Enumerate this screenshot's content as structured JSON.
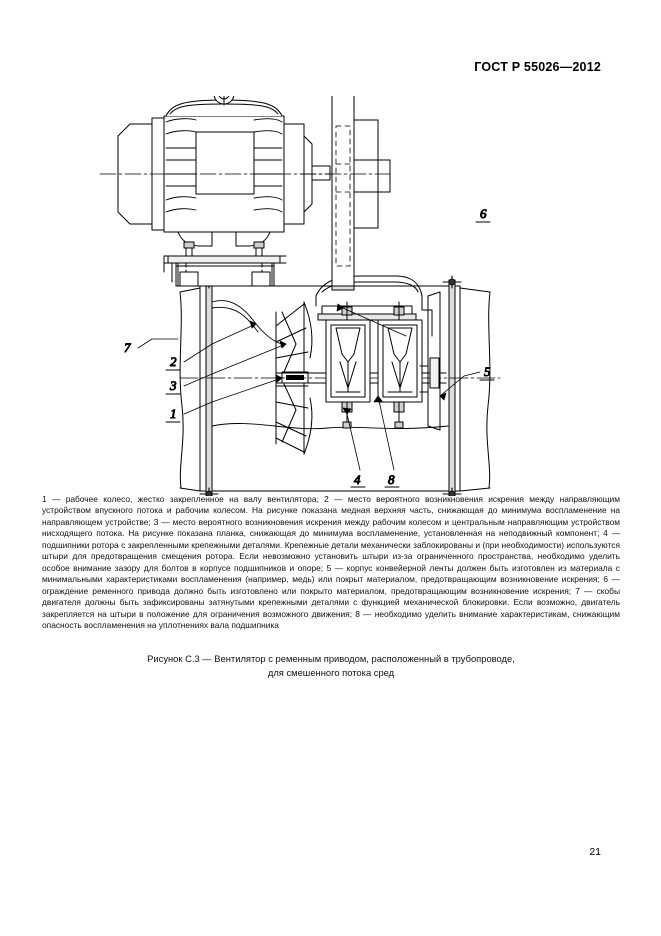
{
  "document": {
    "standard_header": "ГОСТ Р 55026—2012",
    "page_number": "21"
  },
  "figure": {
    "callouts": [
      {
        "id": "1",
        "label": "1"
      },
      {
        "id": "2",
        "label": "2"
      },
      {
        "id": "3",
        "label": "3"
      },
      {
        "id": "4",
        "label": "4"
      },
      {
        "id": "5",
        "label": "5"
      },
      {
        "id": "6",
        "label": "6"
      },
      {
        "id": "7",
        "label": "7"
      },
      {
        "id": "8",
        "label": "8"
      }
    ],
    "legend_text": "1 — рабочее колесо, жестко закрепленное на валу вентилятора; 2 — место вероятного возникновения искрения между направляющим устройством впускного потока и рабочим колесом. На рисунке показана медная верхняя часть, снижающая до минимума воспламенение на направляющем устройстве; 3 — место вероятного возникновения искрения между рабочим колесом и центральным направляющим устройством нисходящего потока. На рисунке показана планка, снижающая до минимума воспламенение, установленная на неподвижный компонент; 4 — подшипники ротора с закрепленными крепежными деталями. Крепежные детали механически заблокированы и (при необходимости) используются штыри для предотвращения смещения ротора. Если невозможно установить штыри из-за ограниченного пространства, необходимо уделить особое внимание зазору для болтов в корпусе подшипников и опоре; 5 — корпус конвейерной ленты должен быть изготовлен из материала с минимальными характеристиками воспламенения (например, медь) или покрыт материалом, предотвращающим возникновение искрения; 6 — ограждение ременного привода должно быть изготовлено или покрыто материалом, предотвращающим возникновение искрения; 7 — скобы двигателя должны быть зафиксированы затянутыми крепежными деталями с функцией механической блокировки. Если возможно, двигатель закрепляется на штыри в положение для ограничения возможного движения; 8 — необходимо уделить внимание характеристикам, снижающим опасность воспламенения на уплотнениях вала подшипника",
    "caption_line1": "Рисунок С.3 — Вентилятор с ременным приводом, расположенный в трубопроводе,",
    "caption_line2": "для смешенного потока сред"
  },
  "colors": {
    "ink": "#000000",
    "paper": "#ffffff",
    "text": "#111111"
  }
}
